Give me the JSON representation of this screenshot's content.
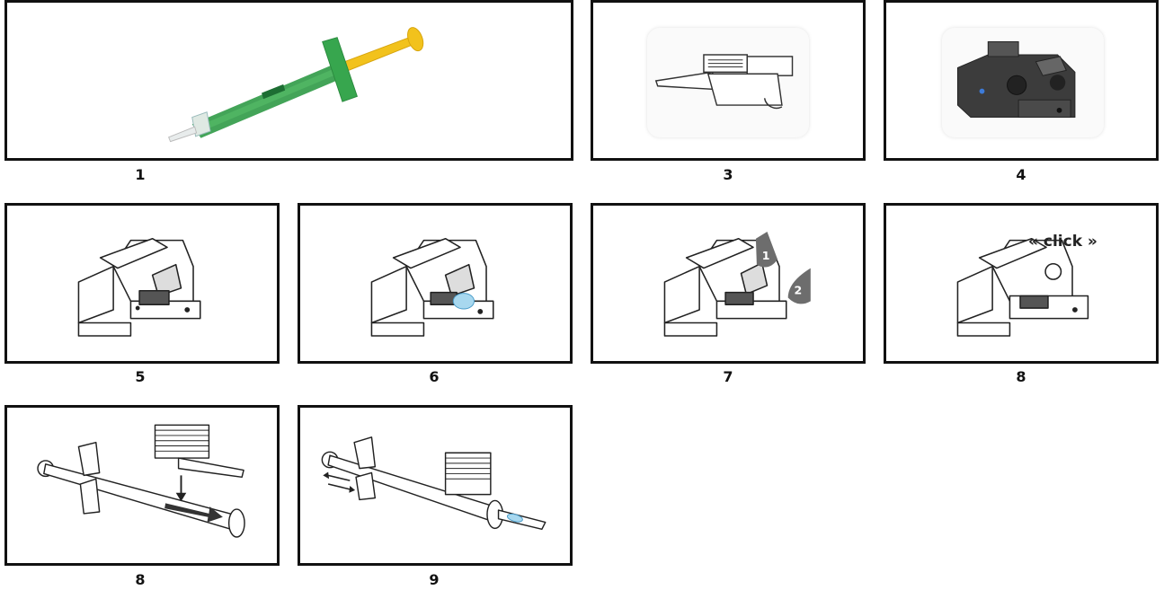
{
  "steps": [
    {
      "id": "p1",
      "number": "1"
    },
    {
      "id": "p3",
      "number": "3"
    },
    {
      "id": "p4",
      "number": "4"
    },
    {
      "id": "p5",
      "number": "5"
    },
    {
      "id": "p6",
      "number": "6"
    },
    {
      "id": "p7",
      "number": "7"
    },
    {
      "id": "p8a",
      "number": "8"
    },
    {
      "id": "p8b",
      "number": "8"
    },
    {
      "id": "p9",
      "number": "9"
    }
  ],
  "panel7": {
    "badge1": "1",
    "badge2": "2"
  },
  "panel8": {
    "click_label": "« click »"
  },
  "colors": {
    "border": "#111111",
    "syringe_green": "#2f9a46",
    "plunger_yellow": "#f2c21c",
    "drop_blue": "#a8d8ef"
  }
}
